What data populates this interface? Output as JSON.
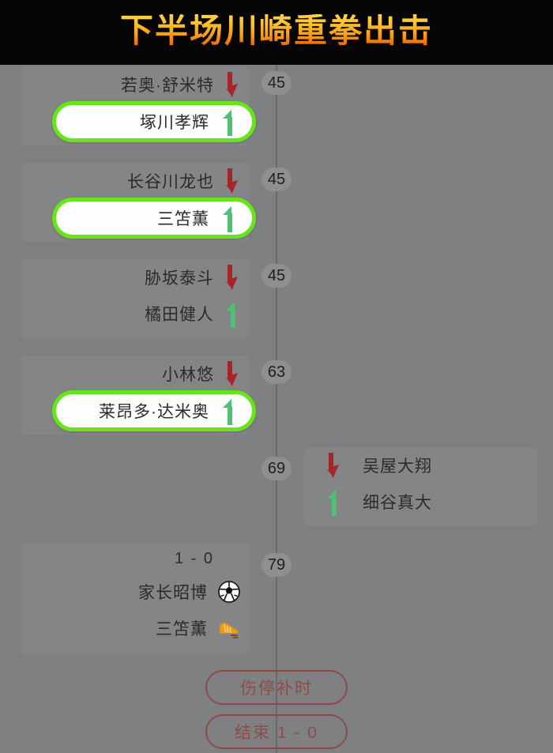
{
  "header": {
    "title": "下半场川崎重拳出击"
  },
  "timeline": {
    "events": [
      {
        "id": "sub-45-1",
        "minute": "45",
        "side": "left",
        "highlight": true,
        "out_player": "若奥·舒米特",
        "in_player": "塚川孝辉",
        "out_icon": "sub-out-arrow-icon",
        "in_icon": "sub-in-arrow-icon"
      },
      {
        "id": "sub-45-2",
        "minute": "45",
        "side": "left",
        "highlight": true,
        "out_player": "长谷川龙也",
        "in_player": "三笘薫",
        "out_icon": "sub-out-arrow-icon",
        "in_icon": "sub-in-arrow-icon"
      },
      {
        "id": "sub-45-3",
        "minute": "45",
        "side": "left",
        "highlight": false,
        "out_player": "胁坂泰斗",
        "in_player": "橘田健人",
        "out_icon": "sub-out-arrow-icon",
        "in_icon": "sub-in-arrow-icon"
      },
      {
        "id": "sub-63",
        "minute": "63",
        "side": "left",
        "highlight": true,
        "out_player": "小林悠",
        "in_player": "莱昂多·达米奥",
        "out_icon": "sub-out-arrow-icon",
        "in_icon": "sub-in-arrow-icon"
      },
      {
        "id": "sub-69",
        "minute": "69",
        "side": "right",
        "highlight": false,
        "out_player": "吴屋大翔",
        "in_player": "细谷真大",
        "out_icon": "sub-out-arrow-icon",
        "in_icon": "sub-in-arrow-icon"
      },
      {
        "id": "goal-79",
        "minute": "79",
        "side": "left",
        "type": "goal",
        "score": "1 - 0",
        "scorer": "家长昭博",
        "assist": "三笘薫",
        "goal_icon": "soccer-ball-icon",
        "assist_icon": "golden-boot-icon"
      }
    ],
    "footer_pills": [
      {
        "id": "stoppage",
        "label": "伤停补时"
      },
      {
        "id": "fulltime",
        "label": "结束 1 - 0"
      }
    ]
  },
  "colors": {
    "page_bg": "#7f8081",
    "header_bg": "#050505",
    "title_gradient_top": "#ffd14a",
    "title_gradient_bottom": "#e35a04",
    "sub_out_red": "#a8242c",
    "sub_in_green": "#4fbf76",
    "highlight_green": "#66e619",
    "pill_red": "#8c4a48",
    "spine_gray": "#686a6a"
  }
}
